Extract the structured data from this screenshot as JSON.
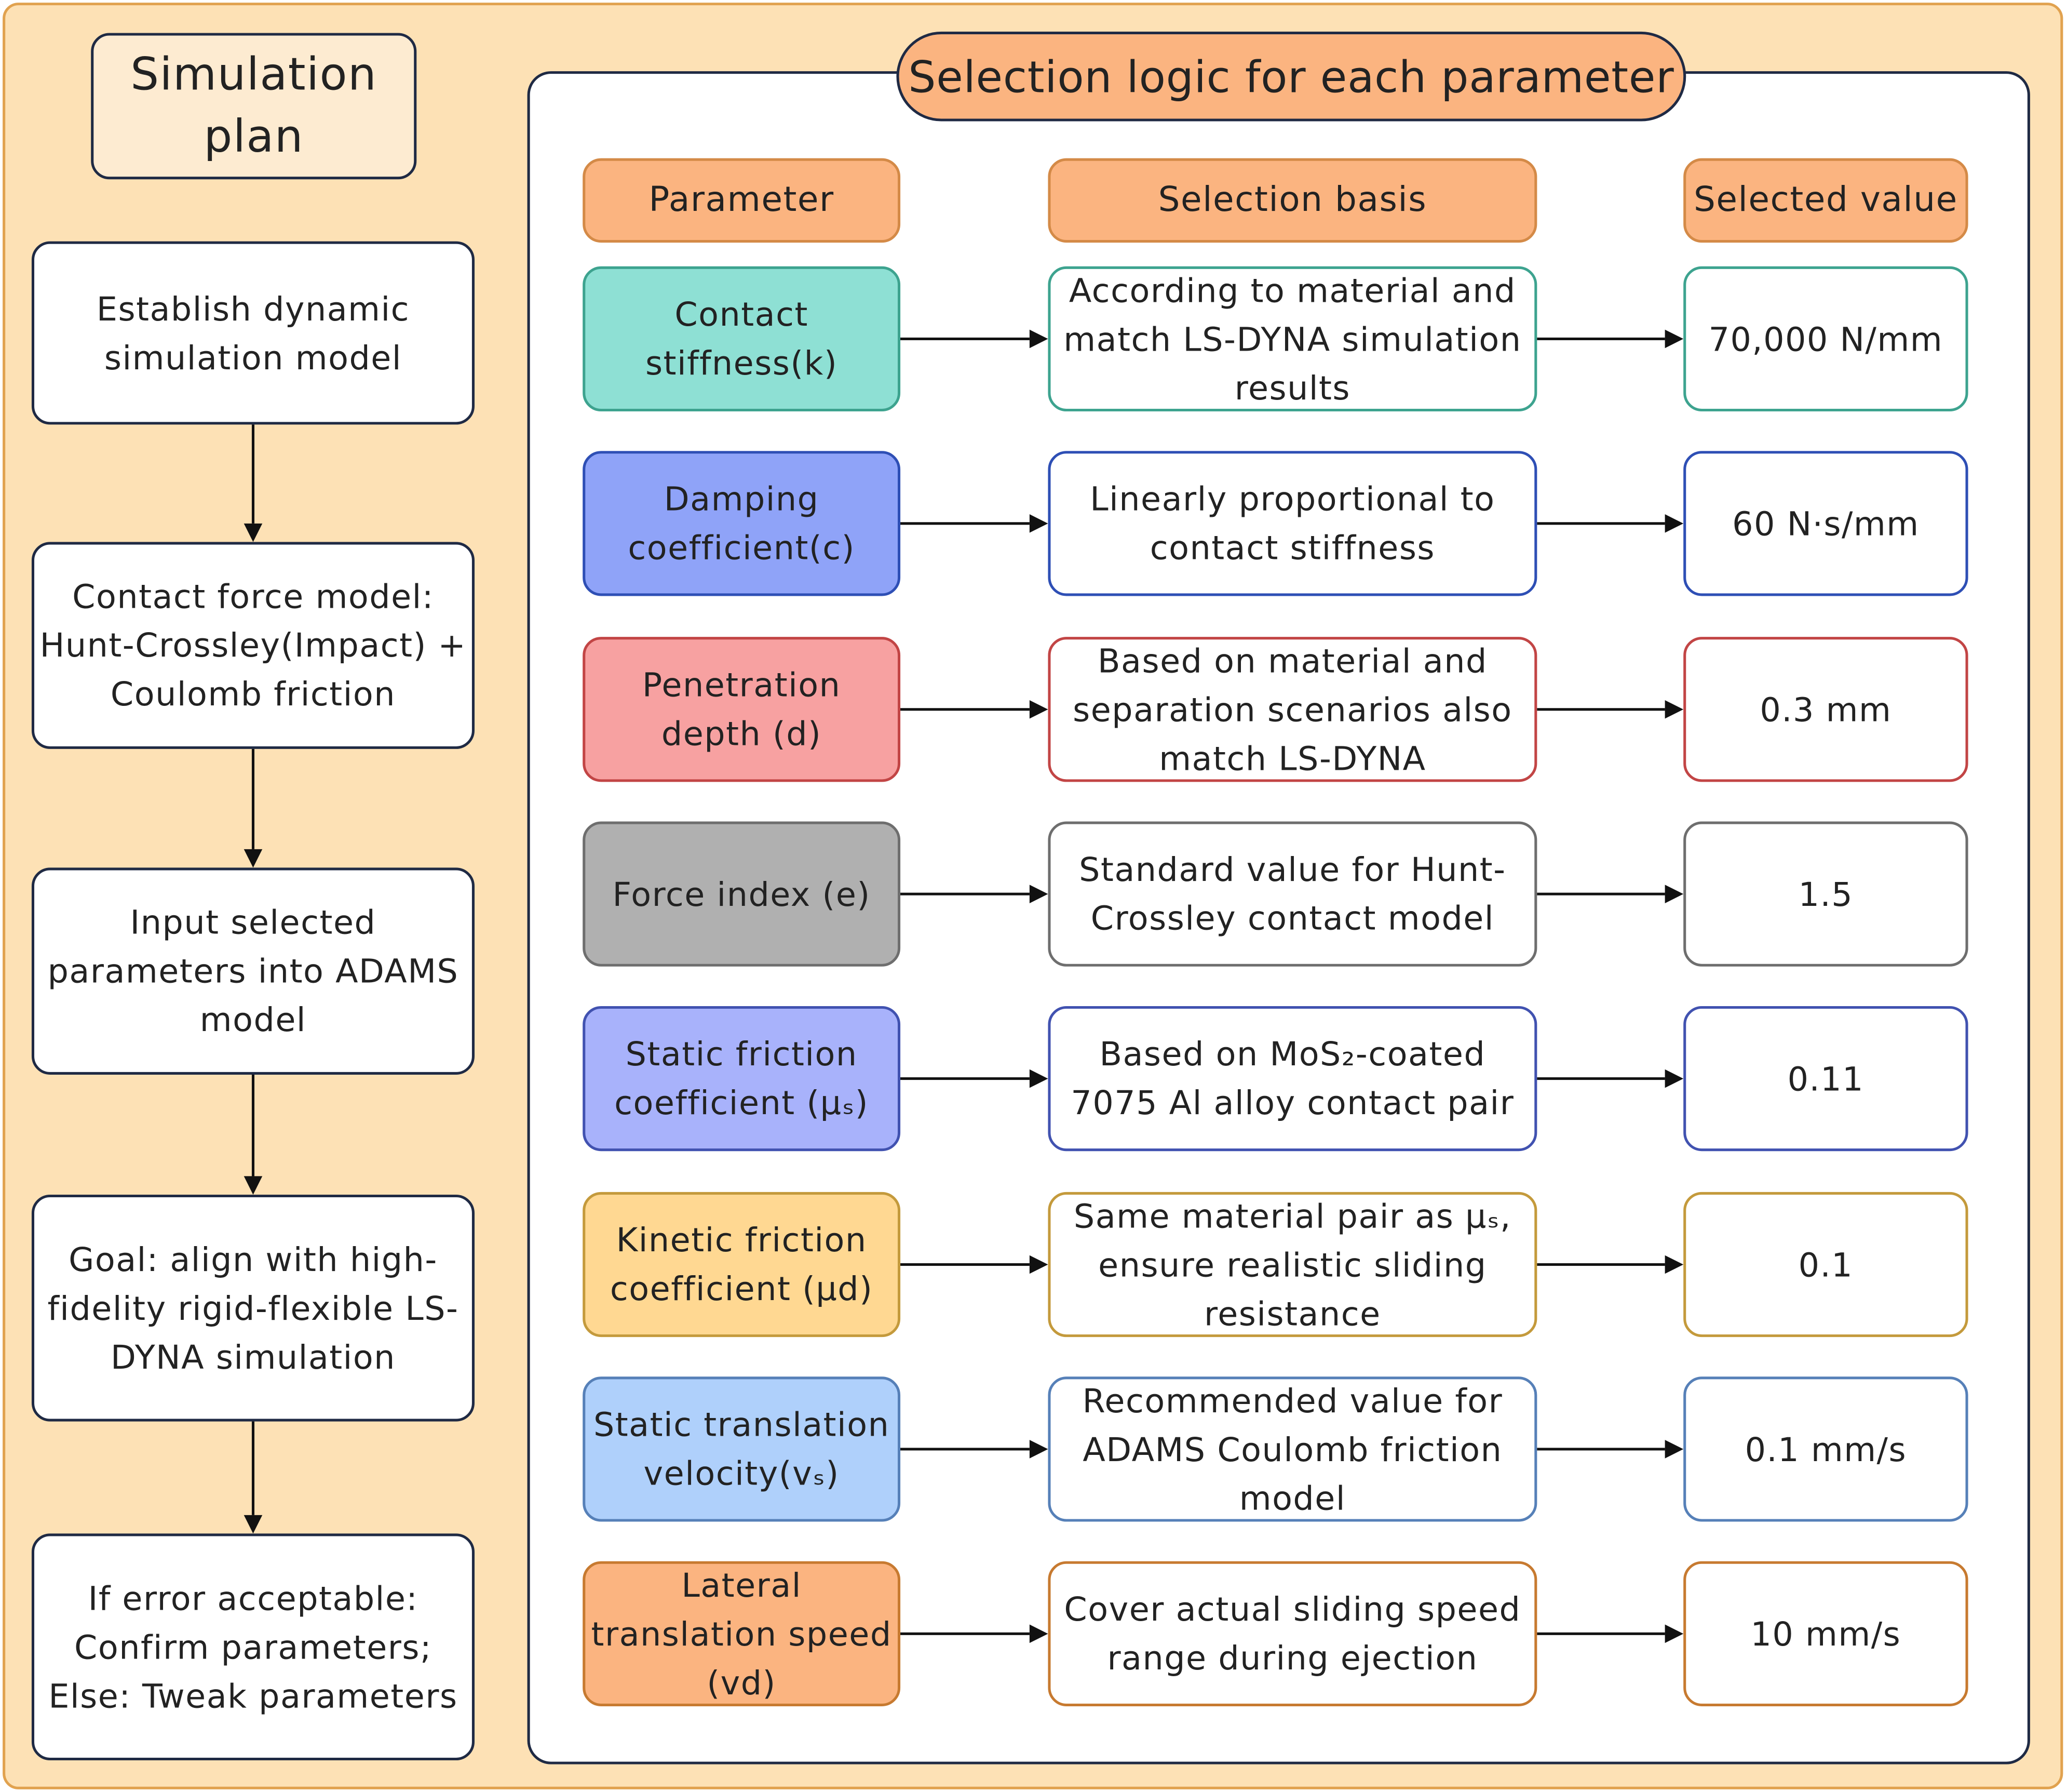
{
  "left_panel": {
    "title": "Simulation plan",
    "steps": [
      "Establish dynamic simulation model",
      "Contact force model: Hunt-Crossley(Impact) + Coulomb friction",
      "Input selected parameters into ADAMS model",
      "Goal: align with high-fidelity rigid-flexible LS-DYNA  simulation",
      "If error acceptable: Confirm parameters; Else: Tweak parameters"
    ]
  },
  "right_panel": {
    "title": "Selection logic for each parameter",
    "headers": [
      "Parameter",
      "Selection basis",
      "Selected value"
    ],
    "rows": [
      {
        "parameter": "Contact stiffness(k)",
        "basis": "According to material and match LS-DYNA simulation results",
        "value": "70,000 N/mm",
        "fill": "#8ee0d4",
        "border": "#3da38f"
      },
      {
        "parameter": "Damping coefficient(c)",
        "basis": "Linearly proportional to contact stiffness",
        "value": "60 N·s/mm",
        "fill": "#8fa3f8",
        "border": "#2e4fb5"
      },
      {
        "parameter": "Penetration depth (d)",
        "basis": "Based on material and separation scenarios also match LS-DYNA",
        "value": "0.3 mm",
        "fill": "#f7a1a1",
        "border": "#c24545"
      },
      {
        "parameter": "Force index (e)",
        "basis": "Standard value for Hunt-Crossley contact model",
        "value": "1.5",
        "fill": "#b0b0b0",
        "border": "#6e6e6e"
      },
      {
        "parameter": "Static friction coefficient (μₛ)",
        "basis": "Based on MoS₂-coated 7075 Al alloy contact pair",
        "value": "0.11",
        "fill": "#a8b2fb",
        "border": "#4152b0"
      },
      {
        "parameter": "Kinetic friction coefficient (μ𝖽)",
        "basis": "Same material pair as μₛ, ensure realistic sliding resistance",
        "value": "0.1",
        "fill": "#ffd892",
        "border": "#c49a3c"
      },
      {
        "parameter": "Static translation velocity(vₛ)",
        "basis": "Recommended value for ADAMS Coulomb friction model",
        "value": "0.1 mm/s",
        "fill": "#afd0fb",
        "border": "#5680b8"
      },
      {
        "parameter": "Lateral translation speed (v𝖽)",
        "basis": "Cover actual sliding speed range during ejection",
        "value": "10 mm/s",
        "fill": "#fbb480",
        "border": "#c77a30"
      }
    ]
  }
}
